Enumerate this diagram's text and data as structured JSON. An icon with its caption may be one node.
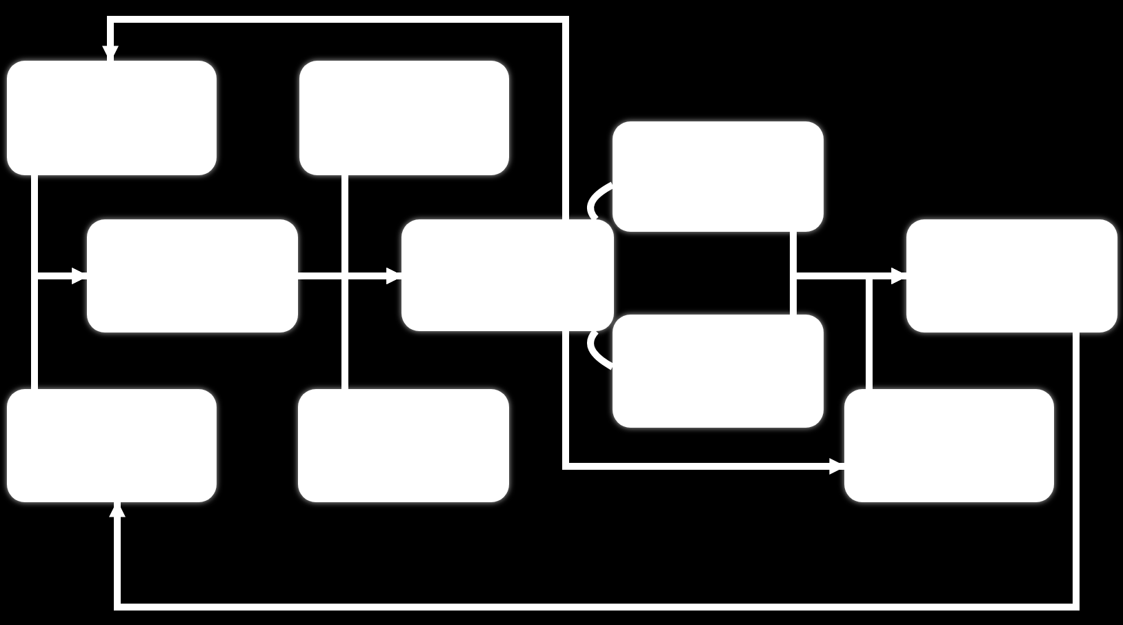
{
  "diagram": {
    "nodes": [
      {
        "text": [],
        "shape": "box"
      },
      {
        "text": [],
        "shape": "box"
      },
      {
        "text": [],
        "shape": "box"
      },
      {
        "text": [],
        "shape": "box"
      },
      {
        "text": [],
        "shape": "box"
      },
      {
        "text": [],
        "shape": "box"
      },
      {
        "text": [],
        "shape": "box"
      },
      {
        "text": [],
        "shape": "box"
      },
      {
        "text": [],
        "shape": "box"
      },
      {
        "text": [],
        "shape": "box"
      }
    ],
    "edges": [
      {
        "from": 0,
        "to": 3,
        "arrow": "to"
      },
      {
        "from": 7,
        "to": 3,
        "arrow": "to"
      },
      {
        "from": 3,
        "to": 4,
        "arrow": "to"
      },
      {
        "from": 1,
        "to": 4,
        "arrow": "to"
      },
      {
        "from": 8,
        "to": 4,
        "arrow": "to"
      },
      {
        "from": 2,
        "to": 5,
        "arrow": "to"
      },
      {
        "from": 6,
        "to": 5,
        "arrow": "to"
      },
      {
        "from": 9,
        "to": 5,
        "arrow": "to"
      },
      {
        "from": 4,
        "to": 0,
        "arrow": "to"
      },
      {
        "from": 4,
        "to": 9,
        "arrow": "to"
      },
      {
        "from": 5,
        "to": 7,
        "arrow": "to"
      },
      {
        "from": 4,
        "to": 2,
        "arrow": "none"
      },
      {
        "from": 4,
        "to": 6,
        "arrow": "none"
      }
    ]
  }
}
